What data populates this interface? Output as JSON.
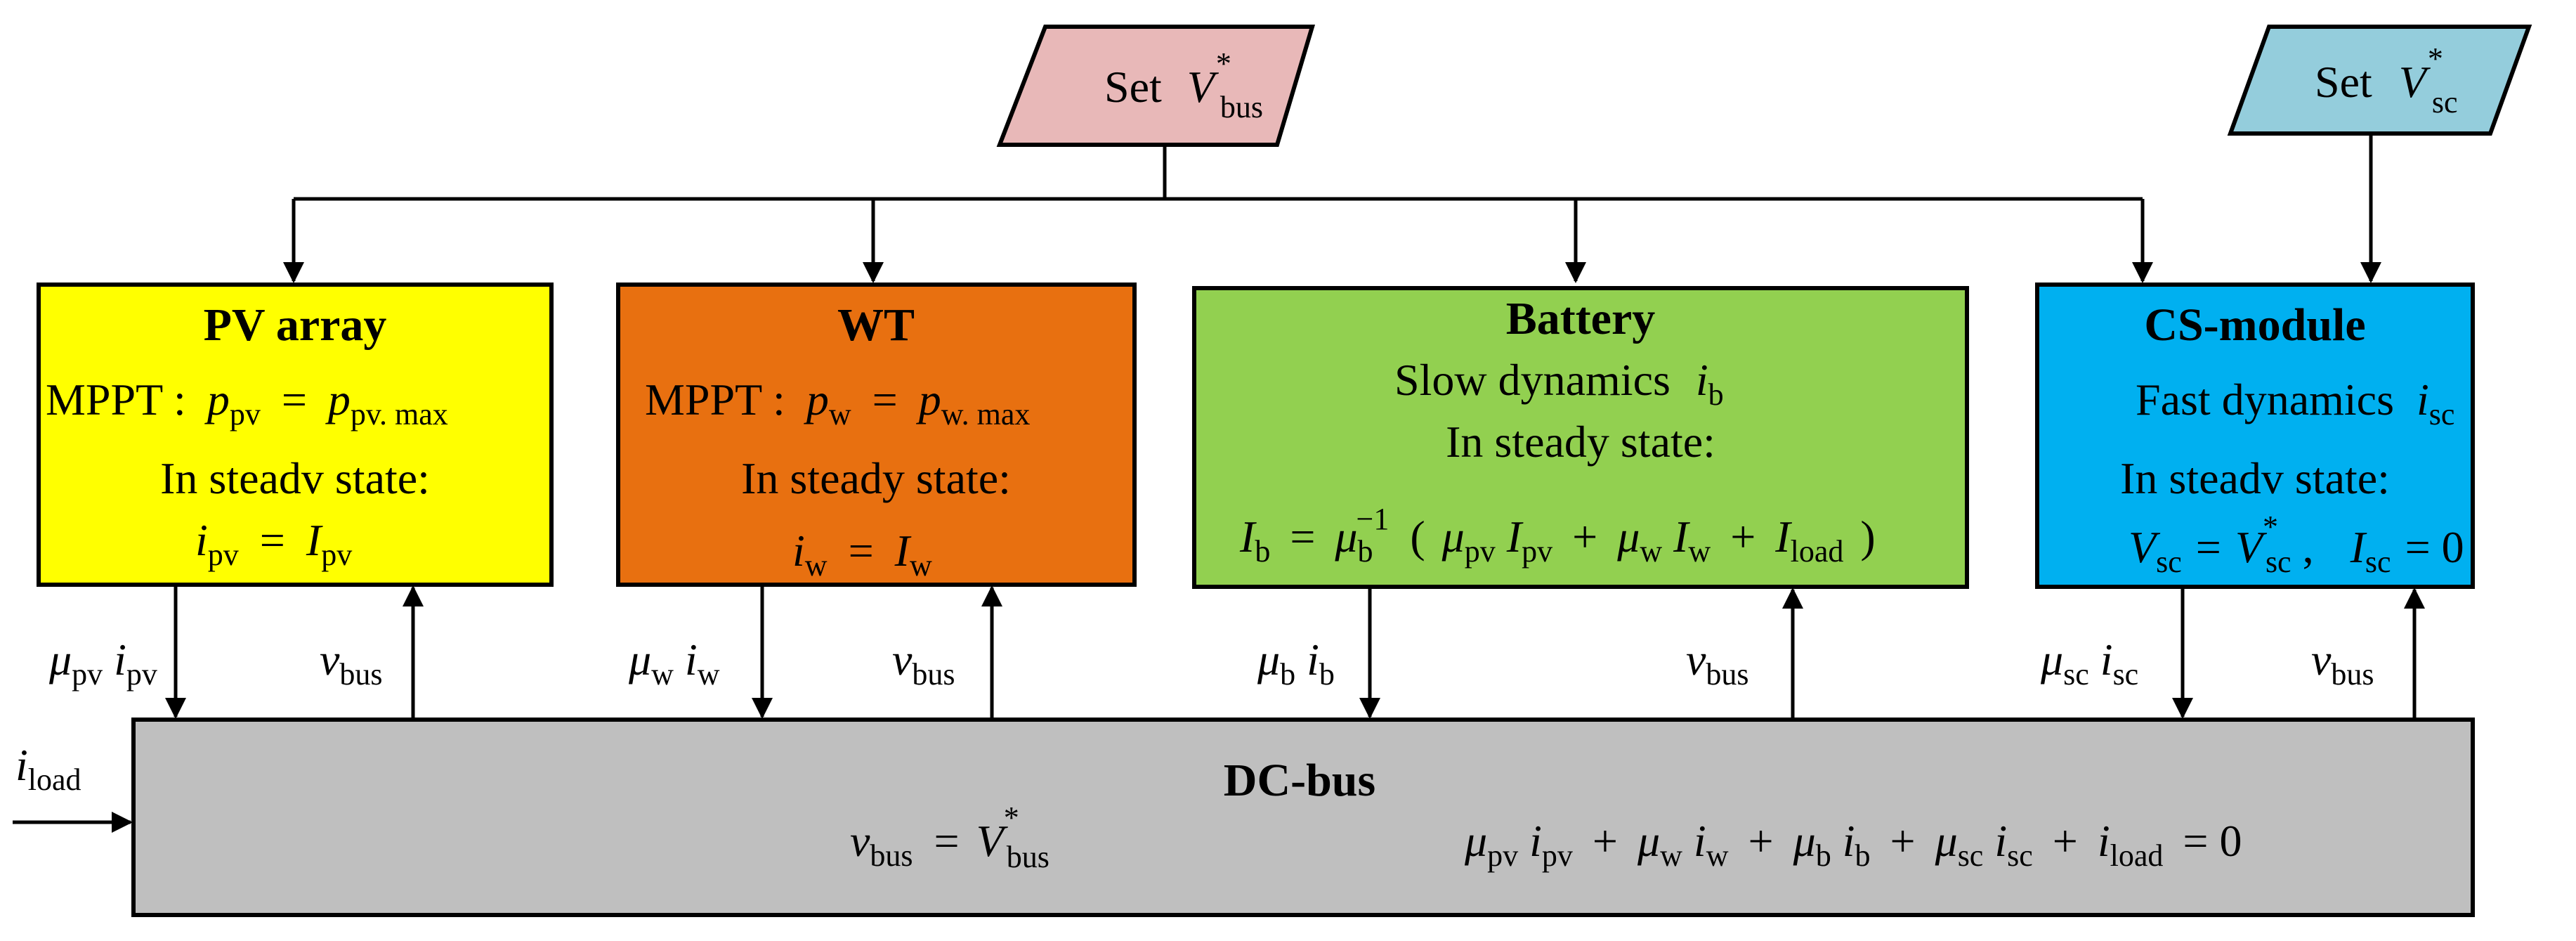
{
  "inputs": {
    "vbus": {
      "set_label": "Set",
      "var": "V",
      "sup": "*",
      "sub": "bus",
      "color": "#e8b8b8"
    },
    "vsc": {
      "set_label": "Set",
      "var": "V",
      "sup": "*",
      "sub": "sc",
      "color": "#94cddc"
    }
  },
  "blocks": {
    "pv": {
      "title": "PV array",
      "color": "#ffff00",
      "mppt_label": "MPPT :",
      "p": "p",
      "p_sub": "pv",
      "eq": "=",
      "pmax_sub": "pv. max",
      "steady": "In steadv state:",
      "i": "i",
      "i_sub": "pv",
      "I": "I",
      "I_sub": "pv"
    },
    "wt": {
      "title": "WT",
      "color": "#e87010",
      "mppt_label": "MPPT :",
      "p": "p",
      "p_sub": "w",
      "eq": "=",
      "pmax_sub": "w. max",
      "steady": "In steady state:",
      "i": "i",
      "i_sub": "w",
      "I": "I",
      "I_sub": "w"
    },
    "battery": {
      "title": "Battery",
      "color": "#92d050",
      "dyn": "Slow dynamics",
      "dyn_var": "i",
      "dyn_sub": "b",
      "steady": "In steady state:",
      "eq": {
        "lhs": "I",
        "lhs_sub": "b",
        "mu": "μ",
        "mu_sub": "b",
        "mu_sup": "−1",
        "open": "(",
        "t1": "μ",
        "t1_sub": "pv",
        "t1b": "I",
        "t1b_sub": "pv",
        "plus": "+",
        "t2": "μ",
        "t2_sub": "w",
        "t2b": "I",
        "t2b_sub": "w",
        "t3": "I",
        "t3_sub": "load",
        "close": ")"
      }
    },
    "cs": {
      "title": "CS-module",
      "color": "#00b0f0",
      "dyn": "Fast dynamics",
      "dyn_var": "i",
      "dyn_sub": "sc",
      "steady": "In steadv state:",
      "v": "V",
      "v_sub": "sc",
      "eq": "=",
      "vref_sup": "*",
      "vref_sub": "sc",
      "comma": ",",
      "I": "I",
      "I_sub": "sc",
      "zero": "= 0"
    }
  },
  "signals": {
    "mu_pv": {
      "mu": "μ",
      "mu_sub": "pv",
      "i": "i",
      "i_sub": "pv"
    },
    "mu_w": {
      "mu": "μ",
      "mu_sub": "w",
      "i": "i",
      "i_sub": "w"
    },
    "mu_b": {
      "mu": "μ",
      "mu_sub": "b",
      "i": "i",
      "i_sub": "b"
    },
    "mu_sc": {
      "mu": "μ",
      "mu_sub": "sc",
      "i": "i",
      "i_sub": "sc"
    },
    "vbus": {
      "v": "v",
      "sub": "bus"
    },
    "iload": {
      "i": "i",
      "sub": "load"
    }
  },
  "dcbus": {
    "title": "DC-bus",
    "color": "#bfbfbf",
    "eq1": {
      "v": "v",
      "v_sub": "bus",
      "eq": "=",
      "V": "V",
      "V_sup": "*",
      "V_sub": "bus"
    },
    "eq2": {
      "a": "μ",
      "a_sub": "pv",
      "ai": "i",
      "ai_sub": "pv",
      "p1": "+",
      "b": "μ",
      "b_sub": "w",
      "bi": "i",
      "bi_sub": "w",
      "p2": "+",
      "c": "μ",
      "c_sub": "b",
      "ci": "i",
      "ci_sub": "b",
      "p3": "+",
      "d": "μ",
      "d_sub": "sc",
      "di": "i",
      "di_sub": "sc",
      "p4": "+",
      "e": "i",
      "e_sub": "load",
      "eq": "= 0"
    }
  }
}
